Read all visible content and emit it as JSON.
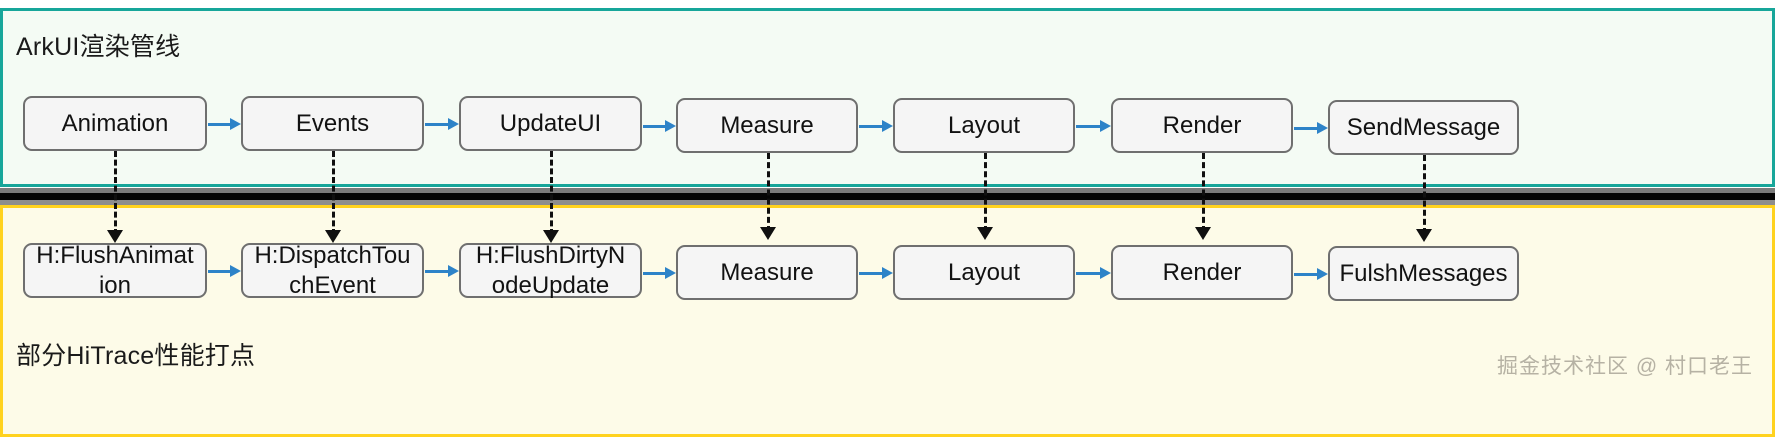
{
  "diagram": {
    "title_top": "ArkUI渲染管线",
    "title_bottom": "部分HiTrace性能打点",
    "watermark": "掘金技术社区 @ 村口老王",
    "colors": {
      "top_panel_bg": "#f4fbf4",
      "top_panel_border": "#17a69a",
      "bottom_panel_bg": "#fdfbe8",
      "bottom_panel_border": "#ffd21e",
      "node_bg": "#f5f5f5",
      "node_border": "#6f6f6f",
      "arrow": "#2d83c8",
      "dashed_link": "#101010",
      "divider_black": "#050505",
      "divider_gray": "#7b7b7b"
    }
  },
  "pipeline": {
    "nodes": [
      {
        "label": "Animation"
      },
      {
        "label": "Events"
      },
      {
        "label": "UpdateUI"
      },
      {
        "label": "Measure"
      },
      {
        "label": "Layout"
      },
      {
        "label": "Render"
      },
      {
        "label": "SendMessage"
      }
    ]
  },
  "hitrace": {
    "nodes": [
      {
        "line1": "H:FlushAnimat",
        "line2": "ion"
      },
      {
        "line1": "H:DispatchTou",
        "line2": "chEvent"
      },
      {
        "line1": "H:FlushDirtyN",
        "line2": "odeUpdate"
      },
      {
        "line1": "Measure",
        "line2": ""
      },
      {
        "line1": "Layout",
        "line2": ""
      },
      {
        "line1": "Render",
        "line2": ""
      },
      {
        "line1": "FulshMessages",
        "line2": ""
      }
    ]
  }
}
